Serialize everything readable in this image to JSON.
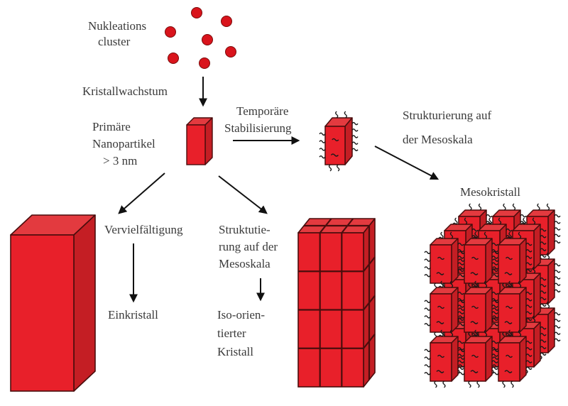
{
  "labels": {
    "nucleation": [
      "Nukleations",
      "cluster"
    ],
    "growth": "Kristallwachstum",
    "primary": [
      "Primäre",
      "Nanopartikel",
      "> 3 nm"
    ],
    "stabilization": [
      "Temporäre",
      "Stabilisierung"
    ],
    "mesoscale_top": [
      "Strukturierung auf",
      "der Mesoskala"
    ],
    "mesocrystal": "Mesokristall",
    "multiplication": "Vervielfältigung",
    "single_crystal": "Einkristall",
    "mesoscale_mid": [
      "Struktutie-",
      "rung auf der",
      "Mesoskala"
    ],
    "iso_crystal": [
      "Iso-orien-",
      "tierter",
      "Kristall"
    ]
  },
  "colors": {
    "red_front": "#e8202a",
    "red_top": "#e33a3f",
    "red_side": "#c41e24",
    "outline": "#4a0d0d",
    "dot": "#d9141c",
    "arrow": "#111111"
  }
}
